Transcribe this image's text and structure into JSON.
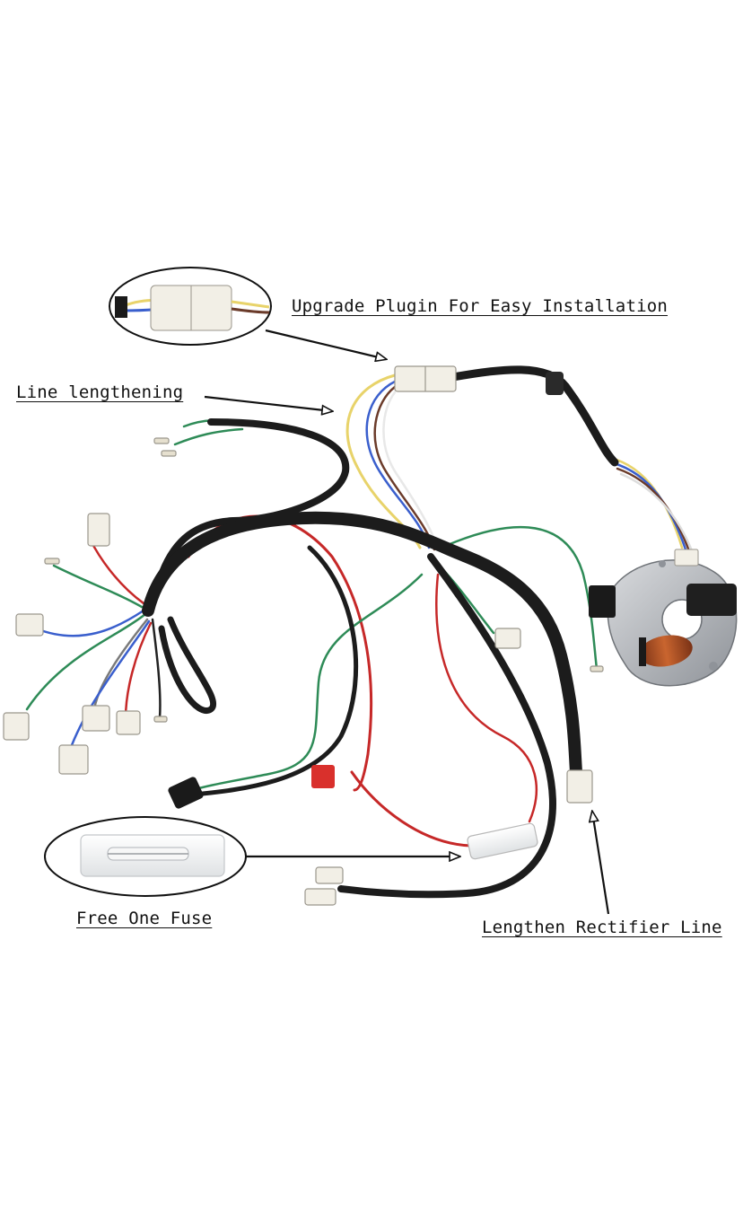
{
  "image": {
    "subject": "motorcycle-wiring-harness-with-stator",
    "background_color": "#ffffff"
  },
  "callouts": {
    "upgrade_plugin": "Upgrade Plugin For Easy Installation",
    "line_lengthening": "Line lengthening",
    "free_fuse": "Free One Fuse",
    "lengthen_rectifier": "Lengthen Rectifier Line"
  },
  "colors": {
    "harness_black": "#1c1c1c",
    "wire_red": "#c62828",
    "wire_green": "#2e8b57",
    "wire_yellow": "#e8d36a",
    "wire_blue": "#3a5fcd",
    "wire_brown": "#6b3b2a",
    "connector_white": "#f2efe6",
    "copper_coil": "#b4552a",
    "stator_metal": "#b9bcc0"
  }
}
